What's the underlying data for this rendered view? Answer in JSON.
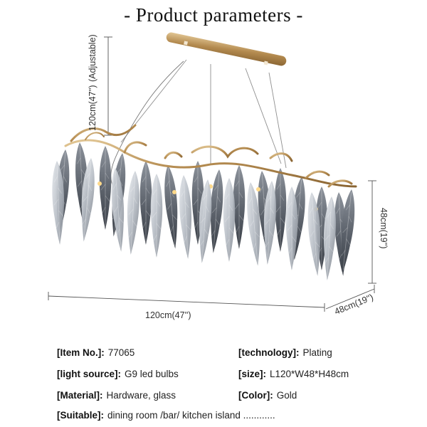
{
  "title": "- Product parameters  -",
  "dimensions": {
    "height_value": "120cm(47'')",
    "height_note": "(Adjustable)",
    "right_height": "48cm(19'')",
    "length": "120cm(47'')",
    "depth": "48cm(19'')"
  },
  "specs": {
    "item_no": {
      "label": "[Item No.]:",
      "value": "77065"
    },
    "technology": {
      "label": "[technology]:",
      "value": "Plating"
    },
    "light_source": {
      "label": "[light source]:",
      "value": "G9 led bulbs"
    },
    "size": {
      "label": "[size]:",
      "value": "L120*W48*H48cm"
    },
    "material": {
      "label": "[Material]:",
      "value": "Hardware, glass"
    },
    "color": {
      "label": "[Color]:",
      "value": "Gold"
    },
    "suitable": {
      "label": "[Suitable]:",
      "value": "dining room  /bar/ kitchen island ............"
    }
  },
  "colors": {
    "gold": "#c9a46a",
    "glass_dark": "#4a4f57",
    "glass_light": "#c7ccd3",
    "dim_line": "#555555"
  }
}
